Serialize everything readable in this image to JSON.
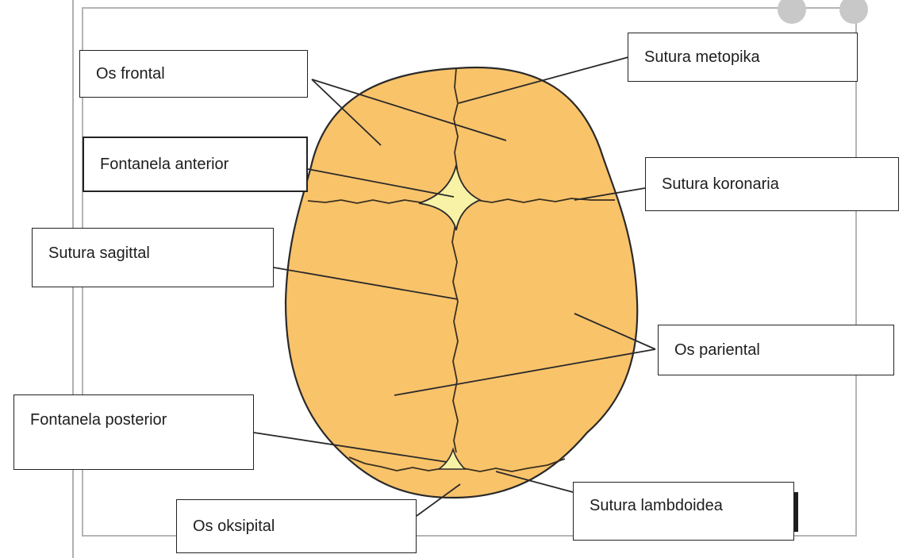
{
  "colors": {
    "bone": "#f9c36a",
    "fontanel": "#f8f2a6",
    "outline": "#2a2a2a",
    "leader": "#2a2a2a",
    "frame": "#b4b4b4"
  },
  "labels": {
    "os_frontal": "Os frontal",
    "sutura_metopika": "Sutura metopika",
    "fontanela_anterior": "Fontanela anterior",
    "sutura_koronaria": "Sutura koronaria",
    "sutura_sagittal": "Sutura sagittal",
    "os_pariental": "Os pariental",
    "fontanela_posterior": "Fontanela posterior",
    "os_oksipital": "Os oksipital",
    "sutura_lambdoidea": "Sutura lambdoidea"
  },
  "icons": [
    "nav-circle-icon",
    "nav-circle-icon"
  ]
}
